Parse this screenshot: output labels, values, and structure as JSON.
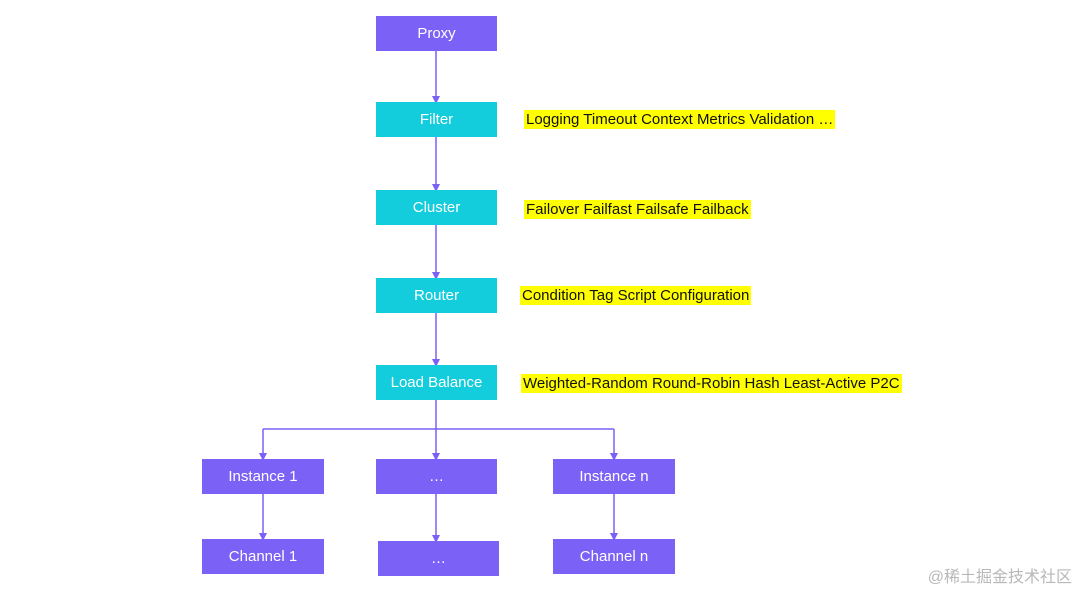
{
  "diagram": {
    "nodes": {
      "proxy": "Proxy",
      "filter": "Filter",
      "cluster": "Cluster",
      "router": "Router",
      "load_balance": "Load Balance",
      "instance_1": "Instance 1",
      "instance_mid": "…",
      "instance_n": "Instance n",
      "channel_1": "Channel 1",
      "channel_mid": "…",
      "channel_n": "Channel n"
    },
    "annotations": {
      "filter": "Logging  Timeout  Context  Metrics Validation  …",
      "cluster": "Failover  Failfast  Failsafe  Failback",
      "router": "Condition  Tag  Script  Configuration",
      "load_balance": "Weighted-Random  Round-Robin  Hash  Least-Active  P2C"
    },
    "colors": {
      "purple": "#7b61f5",
      "cyan": "#13cddc",
      "highlight": "#ffff00",
      "arrow": "#7b61f5"
    }
  },
  "watermark": "@稀土掘金技术社区"
}
